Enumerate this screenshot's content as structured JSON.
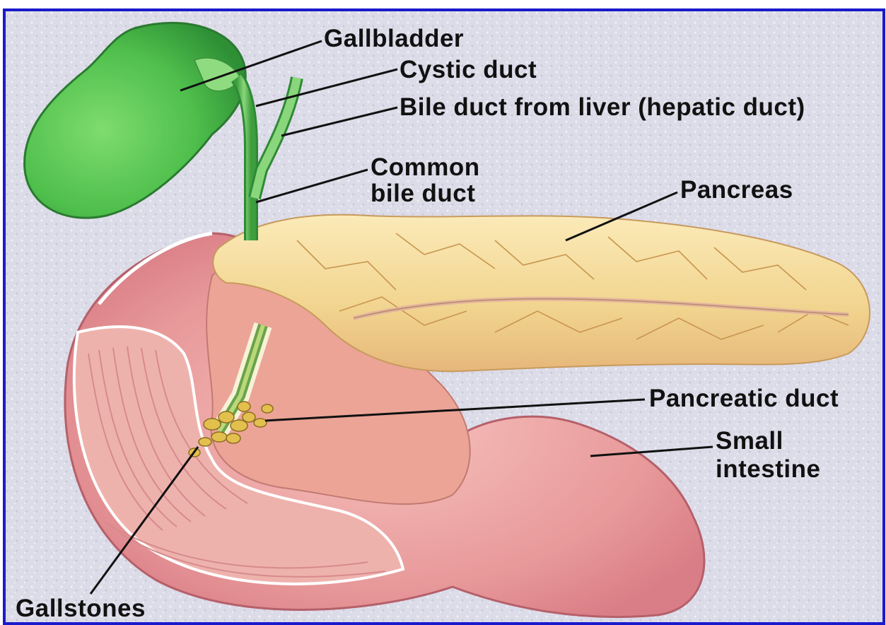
{
  "labels": {
    "gallbladder": "Gallbladder",
    "cystic_duct": "Cystic duct",
    "hepatic_duct": "Bile duct from liver (hepatic duct)",
    "common_bile_duct_line1": "Common",
    "common_bile_duct_line2": "bile duct",
    "pancreas": "Pancreas",
    "pancreatic_duct": "Pancreatic duct",
    "small_intestine_line1": "Small",
    "small_intestine_line2": "intestine",
    "gallstones": "Gallstones"
  },
  "colors": {
    "frame": "#1a1acc",
    "background": "#dcdbe8",
    "gallbladder": "#5cc85a",
    "pancreas": "#f3dc98",
    "intestine": "#eaa0a0",
    "leader": "#111111"
  }
}
